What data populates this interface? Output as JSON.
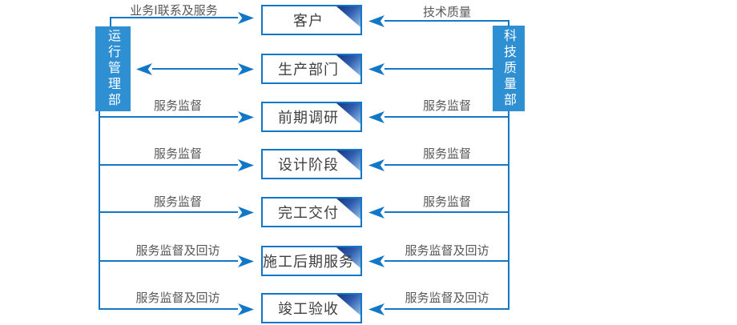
{
  "diagram": {
    "title_hint": "department service supervision flowchart",
    "left_dept": "运行管理部",
    "right_dept": "科技质量部",
    "rows": [
      {
        "box": "客户",
        "left_label": "业务I联系及服务",
        "right_label": "技术质量"
      },
      {
        "box": "生产部门",
        "left_label": "",
        "right_label": ""
      },
      {
        "box": "前期调研",
        "left_label": "服务监督",
        "right_label": "服务监督"
      },
      {
        "box": "设计阶段",
        "left_label": "服务监督",
        "right_label": "服务监督"
      },
      {
        "box": "完工交付",
        "left_label": "服务监督",
        "right_label": "服务监督"
      },
      {
        "box": "施工后期服务",
        "left_label": "服务监督及回访",
        "right_label": "服务监督及回访"
      },
      {
        "box": "竣工验收",
        "left_label": "服务监督及回访",
        "right_label": "服务监督及回访"
      }
    ],
    "colors": {
      "accent_blue": "#1277c6",
      "dept_fill": "#2e8fd2",
      "fold_dark": "#16367e",
      "fold_light": "#8fc0ea",
      "label_text": "#595757",
      "node_text": "#3f3f3f"
    }
  }
}
